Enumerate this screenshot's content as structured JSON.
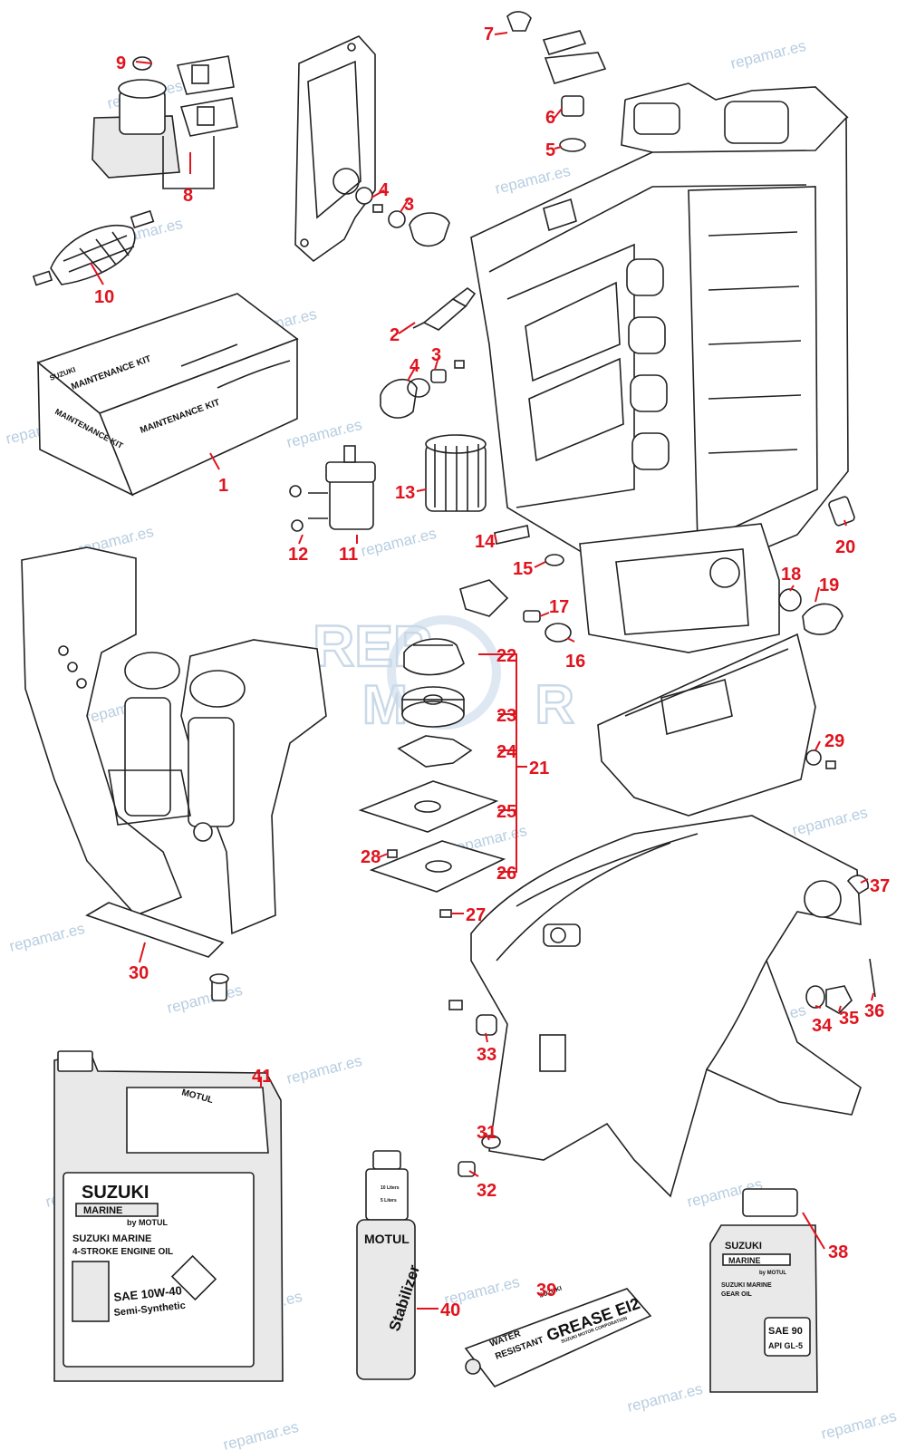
{
  "diagram": {
    "logo": {
      "line1": "REP",
      "line2": "M R"
    },
    "watermark": "repamar.es",
    "colors": {
      "callout": "#e0141e",
      "watermark": "#b7cde0",
      "logo": "#c4d7ea",
      "line": "#222222"
    },
    "callouts": [
      "1",
      "2",
      "3",
      "4",
      "5",
      "6",
      "7",
      "8",
      "9",
      "10",
      "11",
      "12",
      "13",
      "14",
      "15",
      "16",
      "17",
      "18",
      "19",
      "20",
      "21",
      "22",
      "23",
      "24",
      "25",
      "26",
      "27",
      "28",
      "29",
      "30",
      "31",
      "32",
      "33",
      "34",
      "35",
      "36",
      "37",
      "38",
      "39",
      "40",
      "41"
    ],
    "extra_callouts": {
      "3": "3",
      "4": "4"
    },
    "maintenance_kit": {
      "label": "MAINTENANCE KIT",
      "brand": "SUZUKI"
    },
    "oil_can": {
      "brand": "SUZUKI",
      "marine": "MARINE",
      "by": "by MOTUL",
      "product_line1": "SUZUKI MARINE",
      "product_line2": "4-STROKE ENGINE OIL",
      "viscosity": "SAE 10W-40",
      "type": "Semi-Synthetic",
      "cap_brand": "MOTUL"
    },
    "stabilizer": {
      "brand": "MOTUL",
      "name": "Stabilizer",
      "marks": [
        "10 Liters",
        "5 Liters"
      ]
    },
    "grease": {
      "brand": "SUZUKI",
      "line1": "WATER",
      "line2": "RESISTANT",
      "name": "GREASE EI2",
      "corp": "SUZUKI MOTOR CORPORATION"
    },
    "gear_oil": {
      "brand": "SUZUKI",
      "marine": "MARINE",
      "by": "by MOTUL",
      "product_line1": "SUZUKI MARINE",
      "product_line2": "GEAR OIL",
      "viscosity": "SAE 90",
      "grade": "API GL-5"
    }
  }
}
